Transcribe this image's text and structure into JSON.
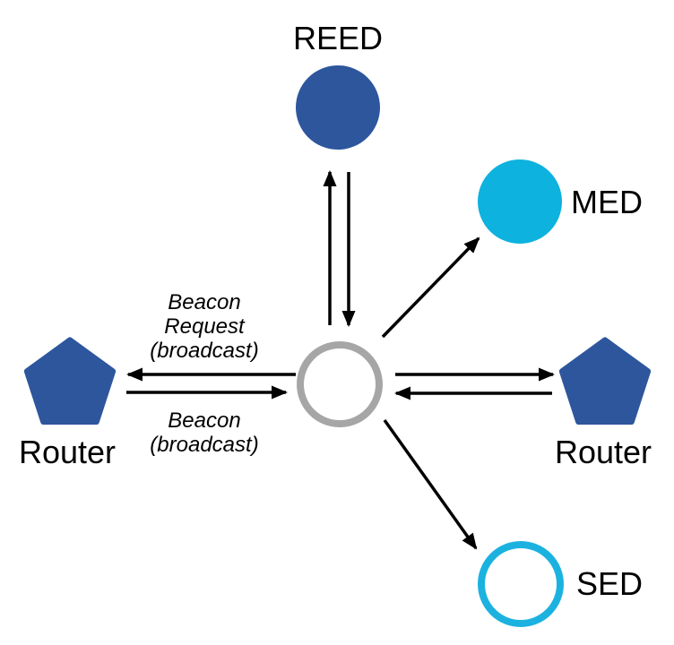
{
  "diagram": {
    "description": "Network joining topology diagram: a joining device (gray outlined circle) exchanges messages with two Routers, a REED, a MED and a SED",
    "nodes": {
      "reed": {
        "label": "REED",
        "shape": "circle",
        "fill": "#2d569d"
      },
      "med": {
        "label": "MED",
        "shape": "circle",
        "fill": "#0db2de"
      },
      "router_left": {
        "label": "Router",
        "shape": "pentagon",
        "fill": "#2d569d"
      },
      "router_right": {
        "label": "Router",
        "shape": "pentagon",
        "fill": "#2d569d"
      },
      "sed": {
        "label": "SED",
        "shape": "circle-outline",
        "stroke": "#1cb2e0"
      },
      "joiner": {
        "label": "",
        "shape": "circle-outline",
        "stroke": "#a6a6a6"
      }
    },
    "edges": [
      {
        "from": "joiner",
        "to": "reed",
        "direction": "bidirectional"
      },
      {
        "from": "joiner",
        "to": "med",
        "direction": "outgoing"
      },
      {
        "from": "joiner",
        "to": "router_right",
        "direction": "bidirectional"
      },
      {
        "from": "joiner",
        "to": "router_left",
        "direction": "bidirectional",
        "label_top": "Beacon Request (broadcast)",
        "label_bottom": "Beacon (broadcast)"
      },
      {
        "from": "joiner",
        "to": "sed",
        "direction": "outgoing"
      }
    ],
    "annotations": {
      "beacon_request_line1": "Beacon",
      "beacon_request_line2": "Request",
      "beacon_request_line3": "(broadcast)",
      "beacon_line1": "Beacon",
      "beacon_line2": "(broadcast)"
    },
    "colors": {
      "node_dark_blue": "#2d569d",
      "node_cyan": "#0db2de",
      "sed_outline_cyan": "#1cb2e0",
      "joiner_outline_gray": "#a6a6a6",
      "arrow_black": "#000000",
      "background": "#ffffff"
    }
  }
}
